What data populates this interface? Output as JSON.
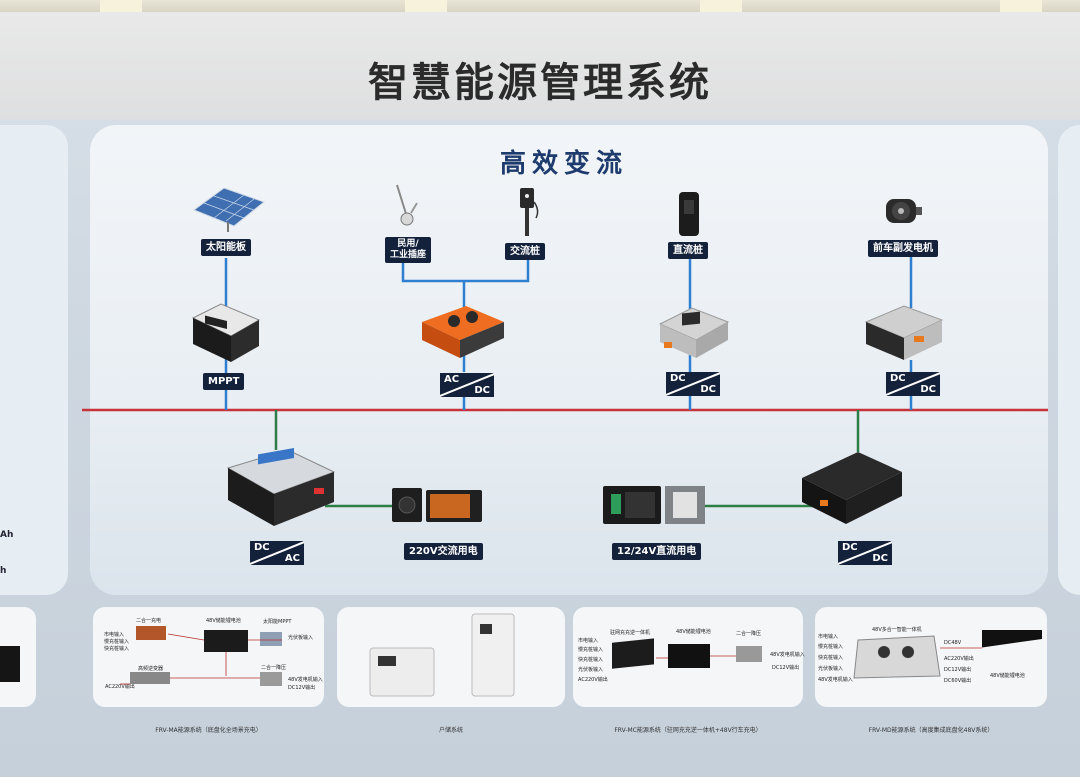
{
  "header": {
    "title": "智慧能源管理系统"
  },
  "section": {
    "title": "高效变流"
  },
  "sources": {
    "solar": "太阳能板",
    "socket": "民用/\n工业插座",
    "ac_pile": "交流桩",
    "dc_pile": "直流桩",
    "generator": "前车副发电机"
  },
  "converters": {
    "mppt": "MPPT",
    "acdc": {
      "a": "AC",
      "b": "DC"
    },
    "dcdc1": {
      "a": "DC",
      "b": "DC"
    },
    "dcdc2": {
      "a": "DC",
      "b": "DC"
    },
    "dcac": {
      "a": "DC",
      "b": "AC"
    },
    "dcdc3": {
      "a": "DC",
      "b": "DC"
    }
  },
  "loads": {
    "ac_load": "220V交流用电",
    "dc_load": "12/24V直流用电"
  },
  "side_left": {
    "t1": "Ah",
    "t2": "h"
  },
  "bottom": {
    "card1": {
      "caption": "FRV-MA能源系统（底盘化全场景充电）",
      "labels": [
        "二合一充电",
        "48V储能锂电池",
        "太阳能MPPT",
        "市电输入",
        "慢充桩输入",
        "快充桩输入",
        "高频逆变器",
        "AC220V输出",
        "二合一降压",
        "48V发电机输入",
        "DC12V输出",
        "光伏板输入"
      ]
    },
    "card2": {
      "caption": "户储系统"
    },
    "card3": {
      "caption": "FRV-MC能源系统（驻网充充逆一体机+48V行车充电）",
      "labels": [
        "驻网充充逆一体机",
        "48V储能锂电池",
        "二合一降压",
        "市电输入",
        "慢充桩输入",
        "快充桩输入",
        "光伏板输入",
        "AC220V输出",
        "48V发电机输入",
        "DC12V输出"
      ]
    },
    "card4": {
      "caption": "FRV-MD能源系统（高度集成底盘化48V系统）",
      "labels": [
        "48V多合一智能一体机",
        "市电输入",
        "慢充桩输入",
        "快充桩输入",
        "光伏板输入",
        "48V发电机输入",
        "DC48V",
        "AC220V输出",
        "DC12V输出",
        "DC60V输出",
        "48V储能锂电池"
      ]
    }
  },
  "colors": {
    "bus": "#c8323a",
    "link": "#2f7fd0",
    "dc_link": "#2e7d47",
    "label_bg": "#14213a",
    "title": "#1e3b6e"
  }
}
